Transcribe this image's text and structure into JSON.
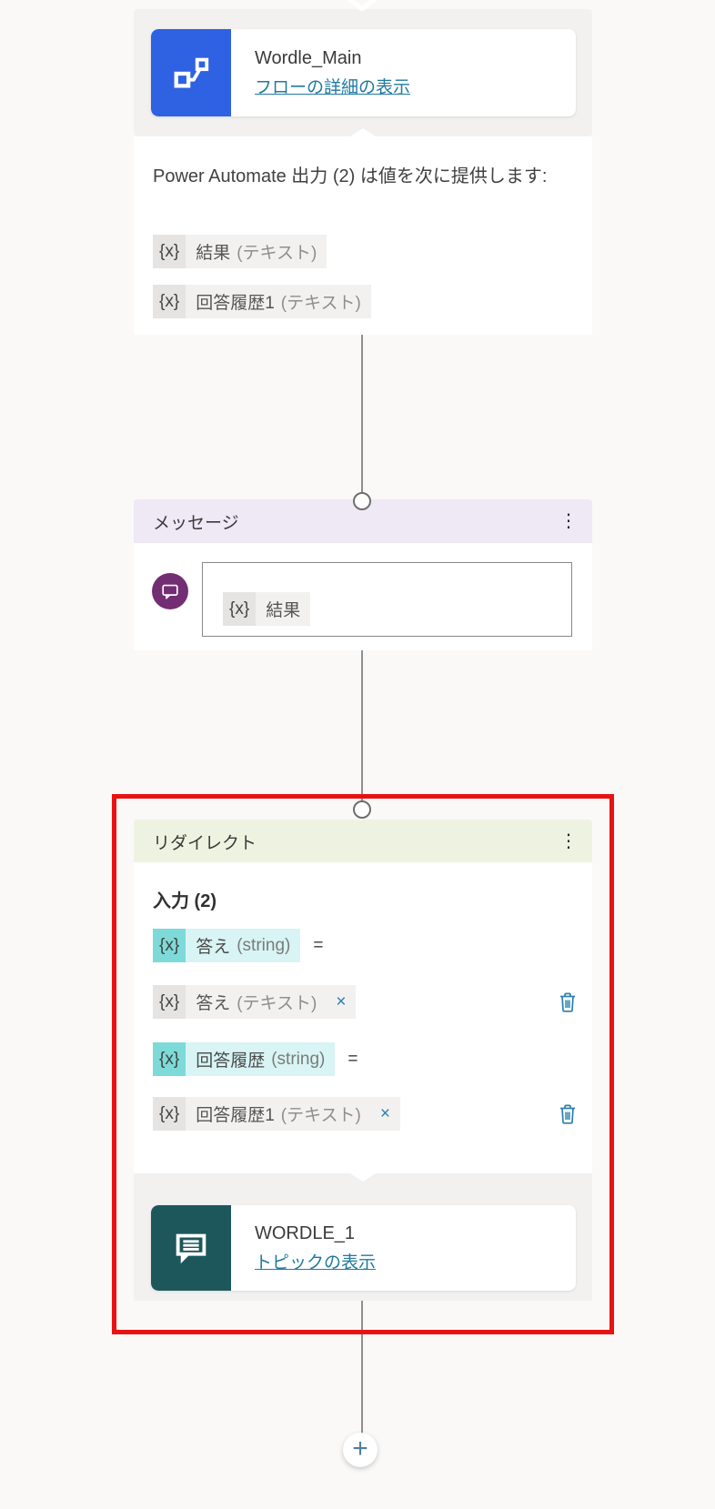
{
  "colors": {
    "canvas_bg": "#faf9f8",
    "card_gray": "#f2f1f0",
    "message_header_lavender": "#efe8f5",
    "redirect_header_green": "#eef3e1",
    "highlight_red": "#e81212",
    "flow_icon_blue": "#2f62e2",
    "message_icon_purple": "#732d72",
    "topic_icon_teal": "#1d575c",
    "link_teal": "#1f7a9f",
    "action_blue": "#2b7fae",
    "teal_chip": "#d8f4f5",
    "teal_chip_prefix": "#7edad8"
  },
  "top_flow_node": {
    "title": "Wordle_Main",
    "link_label": "フローの詳細の表示"
  },
  "outputs_section": {
    "description": "Power Automate 出力 (2) は値を次に提供します:",
    "chips": [
      {
        "prefix": "{x}",
        "name": "結果",
        "type": "(テキスト)"
      },
      {
        "prefix": "{x}",
        "name": "回答履歴1",
        "type": "(テキスト)"
      }
    ]
  },
  "message_node": {
    "header": "メッセージ",
    "menu_icon": "⋮",
    "chip": {
      "prefix": "{x}",
      "name": "結果"
    }
  },
  "redirect_node": {
    "header": "リダイレクト",
    "menu_icon": "⋮",
    "inputs_label": "入力 (2)",
    "assignments": [
      {
        "target": {
          "prefix": "{x}",
          "name": "答え",
          "type": "(string)"
        },
        "operator": "=",
        "value": {
          "prefix": "{x}",
          "name": "答え",
          "type": "(テキスト)",
          "remove": "×"
        }
      },
      {
        "target": {
          "prefix": "{x}",
          "name": "回答履歴",
          "type": "(string)"
        },
        "operator": "=",
        "value": {
          "prefix": "{x}",
          "name": "回答履歴1",
          "type": "(テキスト)",
          "remove": "×"
        }
      }
    ],
    "topic_node": {
      "title": "WORDLE_1",
      "link_label": "トピックの表示"
    }
  },
  "add_button_label": "+"
}
